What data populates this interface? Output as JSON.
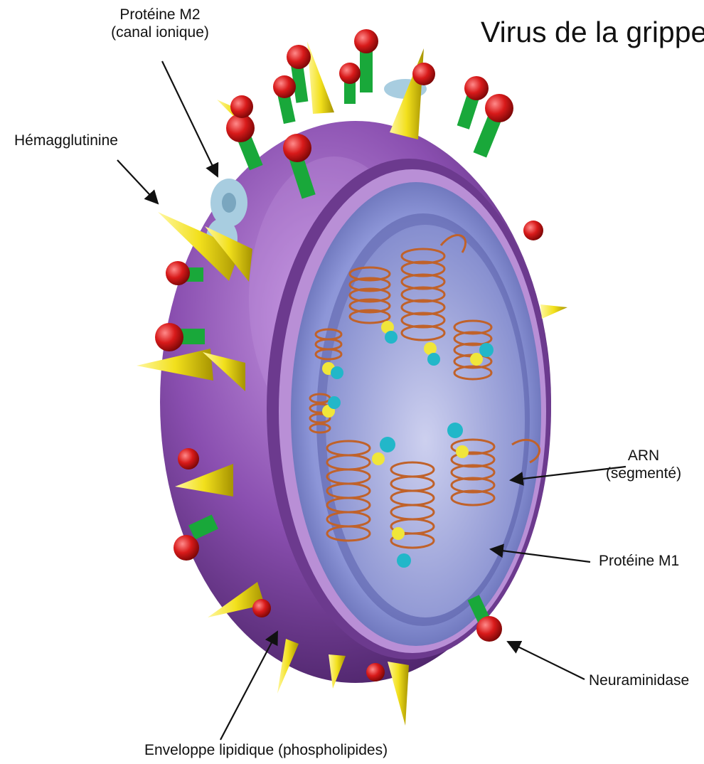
{
  "title": "Virus de la grippe",
  "labels": {
    "m2": {
      "line1": "Protéine M2",
      "line2": "(canal ionique)"
    },
    "hemagglutinine": "Hémagglutinine",
    "arn": {
      "line1": "ARN",
      "line2": "(segmenté)"
    },
    "m1": "Protéine M1",
    "neuraminidase": "Neuraminidase",
    "enveloppe": "Enveloppe lipidique (phospholipides)"
  },
  "colors": {
    "envelope_outer": "#8a4fb0",
    "envelope_inner": "#b98fd6",
    "capsid": "#8d96d8",
    "capsid_dark": "#5a5fa8",
    "hemagglutinin_spike": "#f2e01c",
    "neuraminidase_stem": "#19a83a",
    "neuraminidase_head": "#d81a1a",
    "m2_channel": "#a8cde0",
    "rna": "#c0622a",
    "rnp_yellow": "#f0e63a",
    "rnp_cyan": "#22b7c9"
  }
}
